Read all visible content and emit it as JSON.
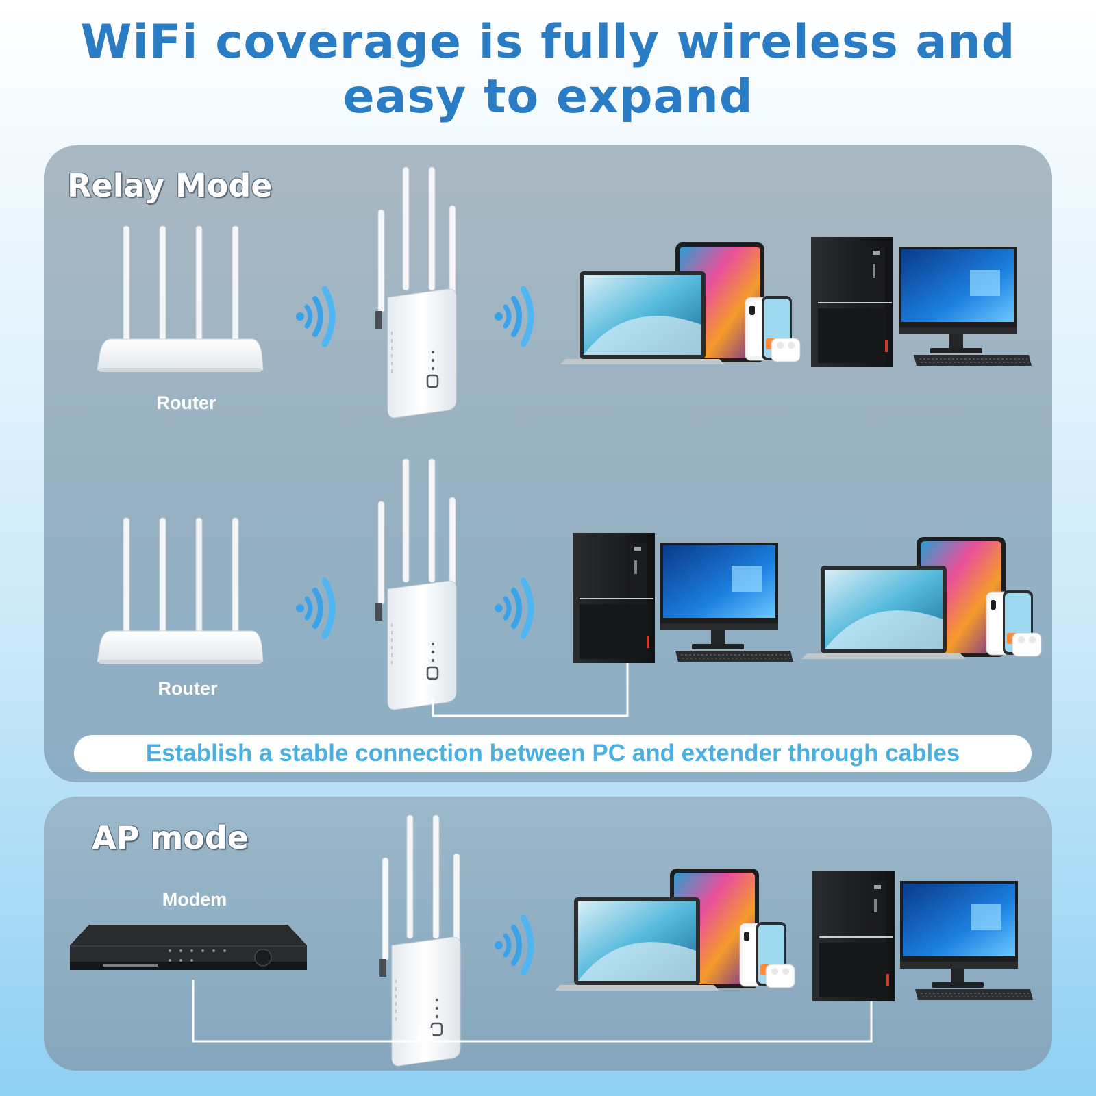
{
  "headline": {
    "line1": "WiFi coverage is fully wireless and",
    "line2": "easy to expand"
  },
  "relay_mode": {
    "title": "Relay Mode",
    "router_label_1": "Router",
    "router_label_2": "Router",
    "cable_note": "Establish a stable connection between PC and extender through cables"
  },
  "ap_mode": {
    "title": "AP mode",
    "modem_label": "Modem"
  },
  "colors": {
    "title_blue": "#2a7cc4",
    "note_text": "#4ab0e2",
    "wifi_blue": "#3aa2e8"
  },
  "icons": [
    "router-icon",
    "wifi-signal-icon",
    "extender-icon",
    "laptop-icon",
    "tablet-icon",
    "phone-icon",
    "earbuds-icon",
    "desktop-tower-icon",
    "monitor-icon",
    "keyboard-icon",
    "modem-icon"
  ]
}
